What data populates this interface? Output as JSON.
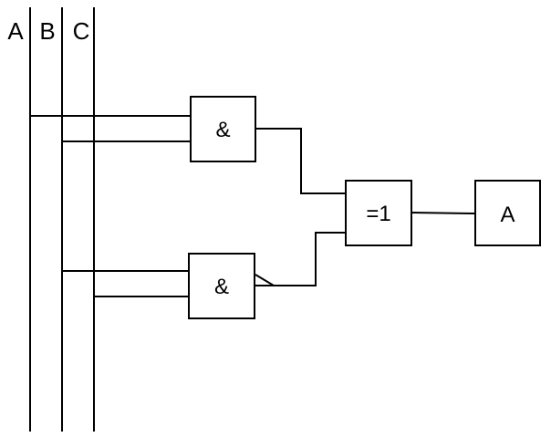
{
  "bus_labels": [
    "A",
    "B",
    "C"
  ],
  "gates": {
    "and_top": "&",
    "and_bottom": "&",
    "xor": "=1",
    "output": "A"
  }
}
